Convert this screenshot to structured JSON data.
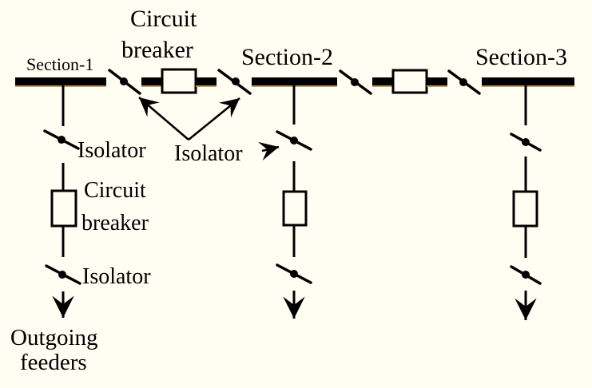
{
  "diagram": {
    "description": "Sectionalized bus-bar arrangement single line diagram",
    "colors": {
      "background": "#FFFEF2",
      "line": "#000000",
      "bar_shadow": "#C49B5E",
      "breaker_fill": "#FFFEF2"
    },
    "busbars": [
      {
        "label": "Section-1"
      },
      {
        "label": "Section-2"
      },
      {
        "label": "Section-3"
      }
    ],
    "annotations": {
      "coupler_breaker": {
        "line1": "Circuit",
        "line2": "breaker"
      },
      "feeder_isolator_top": "Isolator",
      "coupler_isolators": "Isolator",
      "feeder_breaker": {
        "line1": "Circuit",
        "line2": "breaker"
      },
      "feeder_isolator_bottom": "Isolator",
      "outgoing_feeders": {
        "line1": "Outgoing",
        "line2": "feeders"
      }
    }
  }
}
